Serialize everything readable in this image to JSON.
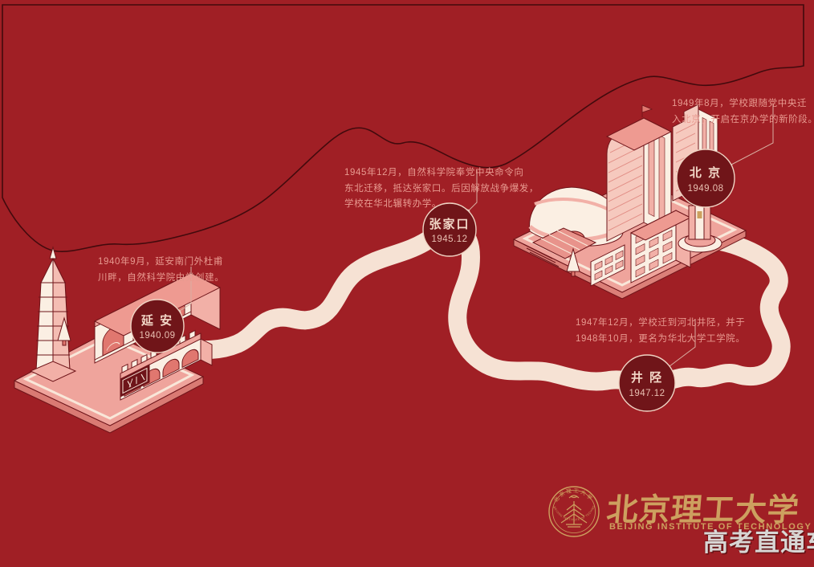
{
  "poster": {
    "colors": {
      "background": "#A01F25",
      "road": "#F6E2D4",
      "node_fill": "#701519",
      "node_ring": "#EFD3C3",
      "annotation_text": "#E89A90",
      "illustration_outline": "#6E1419",
      "gold": "#CDA05F",
      "contour_line": "#420A0D"
    }
  },
  "stops": [
    {
      "id": "yanan",
      "label": "延  安",
      "date": "1940.09",
      "note_lines": [
        "1940年9月，延安南门外杜甫",
        "川畔，自然科学院由党创建。"
      ]
    },
    {
      "id": "zhangjiakou",
      "label": "张家口",
      "date": "1945.12",
      "note_lines": [
        "1945年12月，自然科学院奉党中央命令向",
        "东北迁移，抵达张家口。后因解放战争爆发，",
        "学校在华北辗转办学。"
      ]
    },
    {
      "id": "jingxing",
      "label": "井  陉",
      "date": "1947.12",
      "note_lines": [
        "1947年12月，学校迁到河北井陉，并于",
        "1948年10月，更名为华北大学工学院。"
      ]
    },
    {
      "id": "beijing",
      "label": "北  京",
      "date": "1949.08",
      "note_lines": [
        "1949年8月，学校跟随党中央迁",
        "入北京，开启在京办学的新阶段。"
      ]
    }
  ],
  "logo": {
    "title_cn": "北京理工大学",
    "title_en": "BEIJING INSTITUTE OF TECHNOLOGY",
    "seal_top": "北京理工大学",
    "seal_bottom": "BEIJING INSTITUTE OF TECHNOLOGY"
  },
  "watermark": "高考直通车"
}
